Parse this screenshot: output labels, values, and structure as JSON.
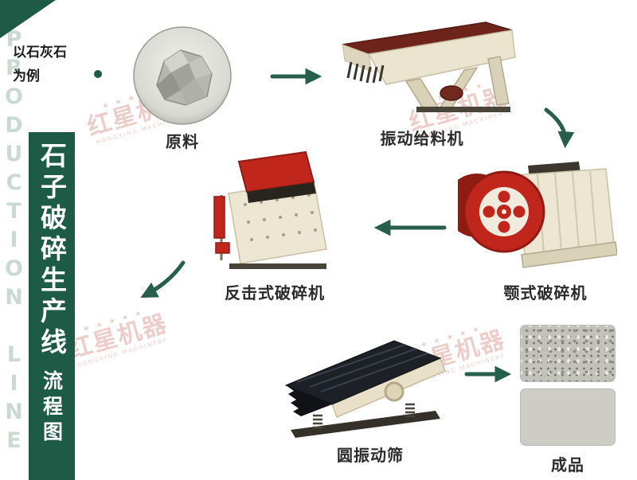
{
  "sidebar": {
    "note": [
      "以石灰石",
      "为例"
    ],
    "title": "石子破碎生产线",
    "subtitle": "流程图",
    "edge_watermark": "PRODUCTION LINE"
  },
  "flow": {
    "nodes": [
      {
        "id": "raw-material",
        "label": "原料"
      },
      {
        "id": "vibrating-feeder",
        "label": "振动给料机"
      },
      {
        "id": "jaw-crusher",
        "label": "颚式破碎机"
      },
      {
        "id": "impact-crusher",
        "label": "反击式破碎机"
      },
      {
        "id": "circular-vibrating-screen",
        "label": "圆振动筛"
      },
      {
        "id": "finished-product",
        "label": "成品"
      }
    ],
    "edges": [
      {
        "from": "raw-material",
        "to": "vibrating-feeder"
      },
      {
        "from": "vibrating-feeder",
        "to": "jaw-crusher"
      },
      {
        "from": "jaw-crusher",
        "to": "impact-crusher"
      },
      {
        "from": "impact-crusher",
        "to": "circular-vibrating-screen"
      },
      {
        "from": "circular-vibrating-screen",
        "to": "finished-product"
      }
    ]
  },
  "watermark": {
    "brand": "红星机器",
    "brand_en": "HONGXING MACHINERY",
    "stars": "★ ★ ★ ★ ★"
  },
  "colors": {
    "sidebar_green": "#1e5b47",
    "arrow_green": "#27604a",
    "machine_red": "#c0261c",
    "feeder_dark_red": "#6e241b",
    "machine_cream": "#ebe4cf",
    "label_text": "#2b2b2b"
  }
}
